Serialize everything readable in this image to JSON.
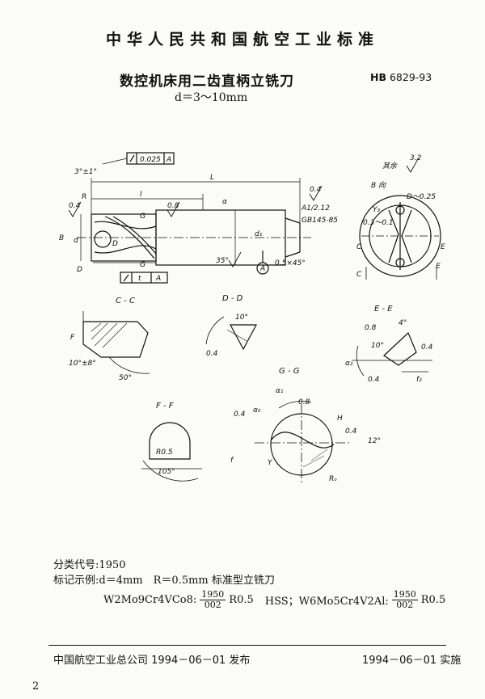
{
  "header": {
    "organization": "中华人民共和国航空工业标准",
    "title": "数控机床用二齿直柄立铣刀",
    "standard_prefix": "HB",
    "standard_number": "6829-93",
    "size_range": "d＝3～10mm"
  },
  "drawing": {
    "top_labels": {
      "roughness_rest": "其余",
      "roughness_rest_value": "3.2",
      "runout_value": "0.025",
      "datum_a": "A",
      "angle_top": "3°±1°",
      "dim_L": "L",
      "dim_l": "l",
      "radius": "R",
      "angle_alpha": "α",
      "rough_04": "0.4",
      "rough_08": "0.8",
      "section_G_left": "G",
      "section_G_left2": "G",
      "section_B": "B",
      "dim_d": "d",
      "dim_d1": "d₁",
      "section_D": "D",
      "section_D2": "D",
      "helix": "35°",
      "thread_a": "A1/2.12",
      "thread_b": "GB145-85",
      "chamfer": "0.5×45°",
      "tol_t": "t",
      "tol_a": "A"
    },
    "view_b": {
      "title": "B 向",
      "dim": "D～0.25",
      "y3": "Y₃",
      "val": "0.3～0.1",
      "c": "C",
      "e": "E",
      "c2": "C",
      "e2": "E"
    },
    "sections": {
      "cc": "C - C",
      "dd": "D - D",
      "ee": "E - E",
      "gg": "G - G",
      "ff": "F - F",
      "cc_f": "F",
      "cc_angle": "10°±8°",
      "cc_angle2": "50°",
      "dd_angle": "10°",
      "dd_r": "0.4",
      "ee_angle1": "4°",
      "ee_angle2": "10°",
      "ee_alpha2": "α₂",
      "ee_f2": "f₂",
      "ee_r1": "0.8",
      "ee_r2": "0.4",
      "ee_r3": "0.4",
      "gg_alpha1": "α₁",
      "gg_alpha0": "α₀",
      "gg_r08": "0.8",
      "gg_r04": "0.4",
      "gg_r04b": "0.4",
      "gg_h": "H",
      "gg_angle": "12°",
      "gg_y": "Y",
      "gg_f": "f",
      "gg_ro": "Rₒ",
      "ff_r": "R0.5",
      "ff_angle": "105°"
    }
  },
  "info": {
    "classification": "分类代号:1950",
    "marking_example": "标记示例:d＝4mm　R＝0.5mm 标准型立铣刀",
    "formula_left_prefix": "W2Mo9Cr4VCo8:",
    "formula_left_num": "1950",
    "formula_left_den": "002",
    "formula_left_suffix": "R0.5",
    "formula_mid": "HSS；W6Mo5Cr4V2Al:",
    "formula_right_num": "1950",
    "formula_right_den": "002",
    "formula_right_suffix": "R0.5"
  },
  "footer": {
    "issued": "中国航空工业总公司 1994－06－01 发布",
    "implemented": "1994－06－01 实施",
    "page": "2"
  }
}
